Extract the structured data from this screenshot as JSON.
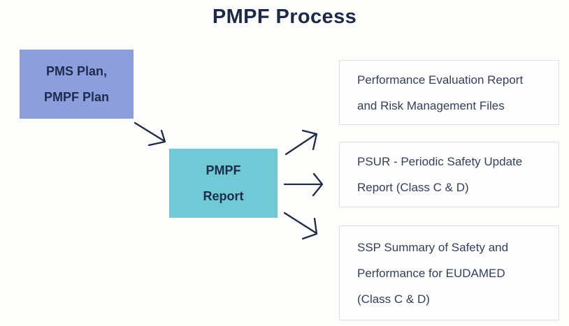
{
  "title": "PMPF Process",
  "colors": {
    "input_node_fill": "#8c9edb",
    "process_node_fill": "#70cad5",
    "arrow_stroke": "#1f2a47",
    "title_text": "#1c2947",
    "node_text": "#1d2b4d",
    "output_text": "#333f5b",
    "output_border": "#e2e1df"
  },
  "diagram": {
    "input_node": {
      "line1": "PMS Plan,",
      "line2": "PMPF Plan"
    },
    "process_node": {
      "line1": "PMPF",
      "line2": "Report"
    },
    "outputs": [
      {
        "line1": "Performance Evaluation Report",
        "line2": "and Risk Management Files"
      },
      {
        "line1": "PSUR - Periodic Safety Update",
        "line2": "Report (Class C & D)"
      },
      {
        "line1": "SSP Summary of Safety and",
        "line2": "Performance for EUDAMED",
        "line3": "(Class C & D)"
      }
    ]
  }
}
